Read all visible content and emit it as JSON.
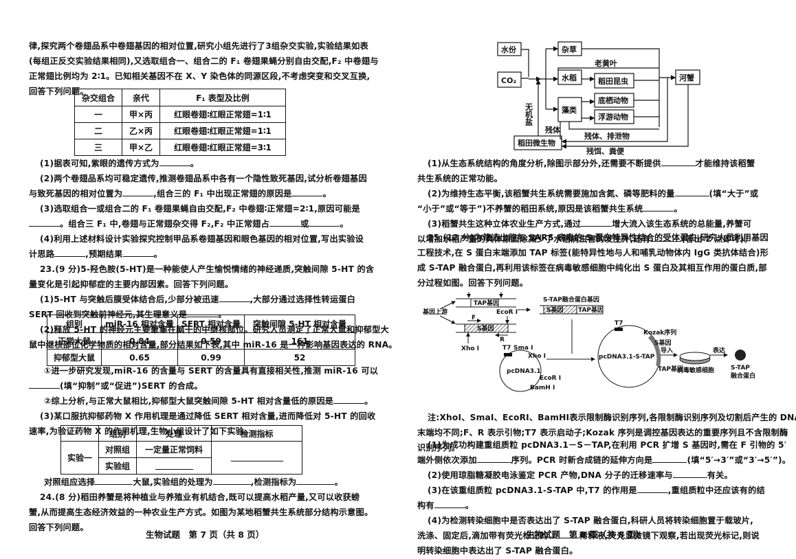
{
  "left": {
    "intro": [
      "律,探究两个卷翅品系中卷翅基因的相对位置,研究小组先进行了3组杂交实验,实验结果如表",
      "(每组正反交实验结果相同),又选取组合一、组合二的 F₁ 卷翅果蝇分别自由交配,F₂ 中卷翅与",
      "正常翅比例均为 2∶1。已知相关基因不在 X、Y 染色体的同源区段,不考虑突变和交叉互换,",
      "回答下列问题。"
    ],
    "table1": {
      "headers": [
        "杂交组合",
        "亲代",
        "F₁ 表型及比例"
      ],
      "rows": [
        [
          "一",
          "甲×丙",
          "红眼卷翅∶红眼正常翅=1∶1"
        ],
        [
          "二",
          "乙×丙",
          "红眼卷翅∶红眼正常翅=1∶1"
        ],
        [
          "三",
          "甲×乙",
          "红眼卷翅∶红眼正常翅=3∶1"
        ]
      ]
    },
    "q22": {
      "q1": [
        "(1)据表可知,紫眼的遗传方式为",
        "。"
      ],
      "q2a": "(2)两个卷翅品系均可稳定遗传,推测卷翅品系中各有一个隐性致死基因,试分析卷翅基因",
      "q2b": [
        "与致死基因的相对位置为",
        ",组合三的 F₁ 中出现正常翅的原因是",
        "。"
      ],
      "q3a": "(3)选取组合一或组合二的 F₁ 卷翅果蝇自由交配,F₂ 中卷翅∶正常翅=2∶1,原因可能是",
      "q3b": [
        "。组合三 F₁ 中,卷翅与正常翅杂交得 F₂,F₂ 中正常翅占",
        "或",
        "。"
      ],
      "q4a": "(4)利用上述材料设计实验探究控制甲品系卷翅基因和眼色基因的相对位置,写出实验设",
      "q4b": [
        "计思路",
        ",预期结果",
        "。"
      ]
    },
    "q23": {
      "intro_a": "23.(9 分)5-羟色胺(5-HT)是一种能使人产生愉悦情绪的神经递质,突触间隙 5-HT 的含",
      "intro_b": "量变化是引起抑郁症的主要内部因素。回答下列问题。",
      "q1a": [
        "(1)5-HT 与突触后膜受体结合后,少部分被迅速",
        ",大部分通过选择性转运蛋白"
      ],
      "q1b": [
        "SERT 回收到突触前神经元,其生理意义是",
        "。"
      ],
      "q2a": "(2)释放 5-HT 的神经元主要聚集在脑干的中继核部位。研究人员测定了正常大鼠和抑郁型大",
      "q2b": "鼠中继核部位化学物质的相对含量,部分结果如下表,其中 miR-16 是一种影响基因表达的 RNA。",
      "table2": {
        "headers": [
          "组别",
          "miR-16 相对含量",
          "SERT 相对含量",
          "突触间隙 5-HT 相对含量"
        ],
        "rows": [
          [
            "正常大鼠",
            "0.84",
            "0.59",
            "161"
          ],
          [
            "抑郁型大鼠",
            "0.65",
            "0.99",
            "52"
          ]
        ]
      },
      "s1a": "①进一步研究发现,miR-16 的含量与 SERT 的含量具有直接相关性,推测 miR-16 可以",
      "s1b": "(填“抑制”或“促进”)SERT 的合成。",
      "s2": [
        "②综上分析,与正常大鼠相比,抑郁型大鼠突触间隙 5-HT 相对含量低的原因是",
        "。"
      ],
      "q3a": "(3)某口服抗抑郁药物 X 作用机理是通过降低 SERT 相对含量,进而降低对 5-HT 的回收",
      "q3b": "速率,为验证药物 X 的作用机理,生物小组设计了如下实验。",
      "table3": {
        "headers": [
          "",
          "组别",
          "处理",
          "检测指标"
        ],
        "exp_label": "实验一",
        "rows": [
          [
            "对照组",
            "一定量正常饲料"
          ],
          [
            "实验组",
            ""
          ]
        ]
      },
      "q3c": [
        "对照组应选择",
        "大鼠,实验组的处理为",
        ",检测指标为",
        "。"
      ]
    },
    "q24": {
      "a": "24.(8 分)稻田养蟹是将种植业与养殖业有机结合,既可以提高水稻产量,又可以收获螃",
      "b": "蟹,从而提高生态经济效益的一种农业生产方式。如图为某地稻蟹共生系统部分结构示意图。",
      "c": "回答下列问题。"
    },
    "footer": "生物试题　第 7 页（共 8 页）"
  },
  "right": {
    "food_web": {
      "nodes": {
        "water": "水份",
        "co2": "CO₂",
        "weeds": "杂草",
        "rice": "水稻",
        "insects": "稻田昆虫",
        "algae": "藻类",
        "benthic": "底栖动物",
        "plankton": "浮游动物",
        "crab": "河蟹",
        "microbes": "稻田微生物"
      },
      "labels": {
        "old_leaves": "老黄叶",
        "minerals": "无机盐",
        "residue": "残体",
        "residue_excreta": "残体、排泄物",
        "bait_feces": "残饵、粪便"
      }
    },
    "q24": {
      "q1a": [
        "(1)从生态系统结构的角度分析,除图示部分外,还需要不断提供",
        "才能维持该稻蟹"
      ],
      "q1b": "共生系统的正常功能。",
      "q2a": [
        "(2)为维持生态平衡,该稻蟹共生系统需要施加含氮、磷等肥料的量",
        "(填“大于”或"
      ],
      "q2b": [
        "“小于”或“等于”)不养蟹的稻田系统,原因是该稻蟹共生系统",
        "。"
      ],
      "q3a": [
        "(3)稻蟹共生这种立体农业生产方式,通过",
        "增大流入该生态系统的总能量,养蟹可"
      ],
      "q3b": [
        "以增加水稻产量的具体原因除减少了水稻病虫害的发生外,还有",
        "(答出 2 点即可)。"
      ]
    },
    "q25": {
      "a": "25.(12 分)为筛选出能与 SARS 病毒的 S 蛋白特异性结合的受体蛋白,研究人员利用基因",
      "b": "工程技术,在 S 蛋白末端添加 TAP 标签(能特异性地与人和哺乳动物体内 IgG 类抗体结合)形",
      "c": "成 S-TAP 融合蛋白,再利用该标签在病毒敏感细胞中纯化出 S 蛋白及其相互作用的蛋白质,部",
      "d": "分过程如图。回答下列问题。"
    },
    "gene_diagram": {
      "ecori": "EcoR Ⅰ",
      "bamhi": "BamH Ⅰ",
      "tap_gene": "TAP基因",
      "s_gene": "S基因",
      "upstream": "基因上游",
      "f": "F",
      "r": "R",
      "xhoi": "Xho Ⅰ",
      "fusion_gene": "S-TAP融合蛋白基因",
      "t7": "T7",
      "smai": "Sma Ⅰ",
      "pcdna": "pcDNA3.1",
      "pcdna_stap": "pcDNA3.1-S-TAP",
      "kozak": "Kozak序列",
      "import": "导入",
      "express": "表达",
      "cells": "病毒敏感细胞",
      "fusion_protein_a": "S-TAP",
      "fusion_protein_b": "融合蛋白"
    },
    "note_a": "注:XhoⅠ、SmaⅠ、EcoRⅠ、BamHⅠ表示限制酶识别序列,各限制酶识别序列及切割后产生的 DNA",
    "note_b": "末端均不同;F、R 表示引物;T7 表示启动子;Kozak 序列是调控基因表达的重要序列且不含限制酶",
    "note_c": "识别序列。",
    "q25q": {
      "q1a": "(1)为成功构建重组质粒 pcDNA3.1－S－TAP,在利用 PCR 扩增 S 基因时,需在 F 引物的 5′",
      "q1b": [
        "端外侧依次添加",
        "序列。PCR 时新合成链的延伸方向是",
        "(填“5′→3′”或“3′→5′”)。"
      ],
      "q2": [
        "(2)使用琼脂糖凝胶电泳鉴定 PCR 产物,DNA 分子的迁移速率与",
        "有关。"
      ],
      "q3a": [
        "(3)在该重组质粒 pcDNA3.1-S-TAP 中,T7 的作用是",
        ",重组质粒中还应该有的结"
      ],
      "q3b": [
        "构有",
        "。"
      ],
      "q4a": "(4)为检测转染细胞中是否表达出了 S-TAP 融合蛋白,科研人员将转染细胞置于载玻片,",
      "q4b": [
        "洗涤、固定后,滴加带有荧光标记的",
        "稀释液,荧光显微镜下观察,若出现荧光标记,则说"
      ],
      "q4c": "明转染细胞中表达出了 S-TAP 融合蛋白。"
    },
    "footer": "生物试题　第 8 页（共 8 页）"
  }
}
